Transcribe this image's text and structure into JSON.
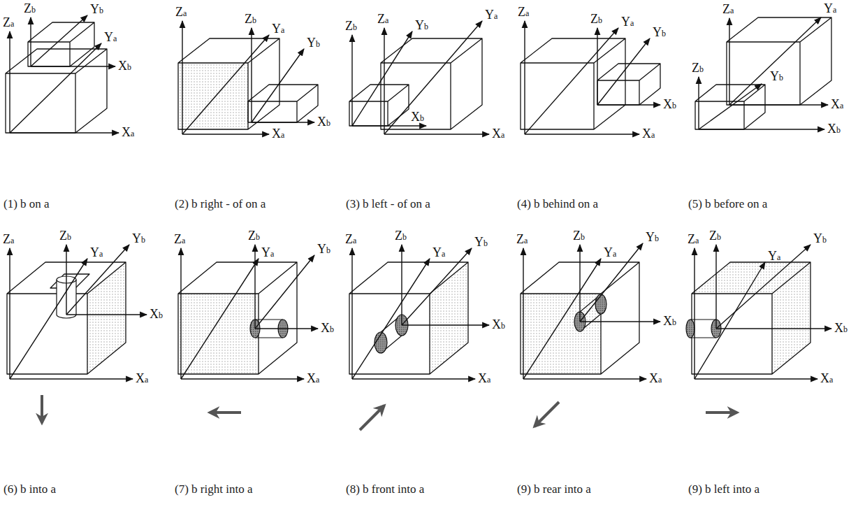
{
  "diagram": {
    "labels": [
      "Za",
      "Ya",
      "Xa",
      "Zb",
      "Yb",
      "Xb",
      "(1) b on a",
      "Za",
      "Ya",
      "Xa",
      "Zb",
      "Yb",
      "Xb",
      "(2) b right - of on a",
      "Za",
      "Ya",
      "Xa",
      "Zb",
      "Yb",
      "Xb",
      "(3) b left - of on a",
      "Za",
      "Ya",
      "Xa",
      "Zb",
      "Yb",
      "Xb",
      "(4) b behind on a",
      "Za",
      "Ya",
      "Xa",
      "Zb",
      "Yb",
      "Xb",
      "(5) b before on a",
      "Za",
      "Ya",
      "Xa",
      "Zb",
      "Yb",
      "Xb",
      "(6) b into a",
      "Za",
      "Ya",
      "Xa",
      "Zb",
      "Yb",
      "Xb",
      "(7) b right into a",
      "Za",
      "Ya",
      "Xa",
      "Zb",
      "Yb",
      "Xb",
      "(8) b front into a",
      "Za",
      "Ya",
      "Xa",
      "Zb",
      "Yb",
      "Xb",
      "(9) b rear into a",
      "Za",
      "Ya",
      "Xa",
      "Zb",
      "Yb",
      "Xb",
      "(9) b left into a"
    ]
  }
}
